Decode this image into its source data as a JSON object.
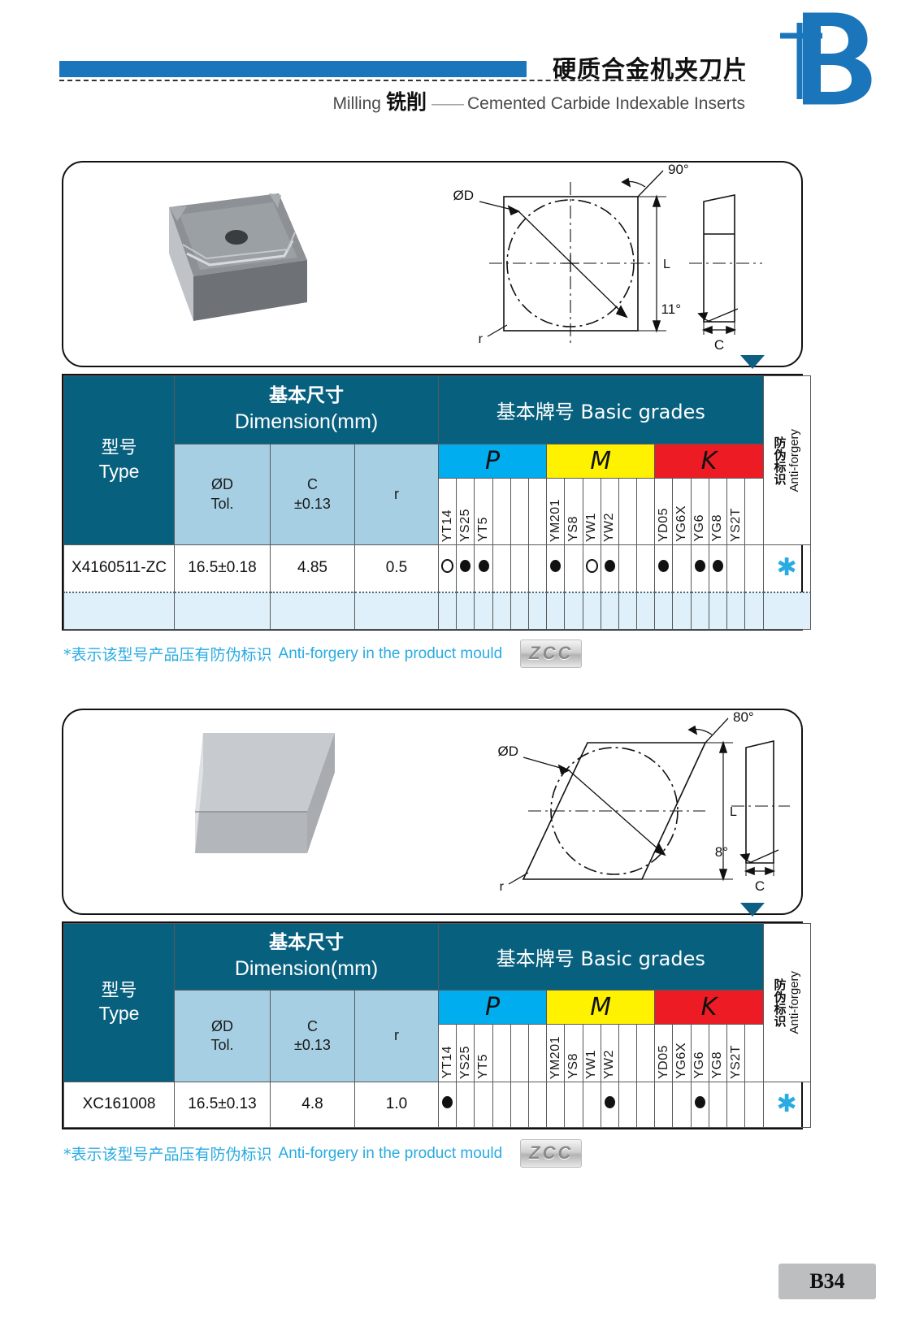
{
  "header": {
    "cn_title": "硬质合金机夹刀片",
    "milling_en": "Milling",
    "milling_cn": "铣削",
    "dash": "——",
    "subtitle_en": "Cemented Carbide Indexable Inserts",
    "logo_letter": "B",
    "brand_color": "#1B75BB"
  },
  "table_header": {
    "type_cn": "型号",
    "type_en": "Type",
    "dimension_cn": "基本尺寸",
    "dimension_en": "Dimension(mm)",
    "grades_cn": "基本牌号",
    "grades_en": "Basic grades",
    "sub_d_l1": "ØD",
    "sub_d_l2": "Tol.",
    "sub_c_l1": "C",
    "sub_c_l2": "±0.13",
    "sub_r": "r",
    "group_p": "P",
    "group_m": "M",
    "group_k": "K",
    "antiforgery_cn": "防伪标识",
    "antiforgery_en": "Anti-forgery",
    "grade_columns": [
      "YT14",
      "YS25",
      "YT5",
      "",
      "",
      "",
      "YM201",
      "YS8",
      "YW1",
      "YW2",
      "",
      "",
      "YD05",
      "YG6X",
      "YG6",
      "YG8",
      "YS2T",
      ""
    ]
  },
  "section1": {
    "diagram": {
      "angle_main": "90°",
      "angle_side": "11°",
      "label_d": "ØD",
      "label_r": "r",
      "label_c": "C",
      "label_l": "L"
    },
    "row": {
      "type": "X4160511-ZC",
      "diameter": "16.5±0.18",
      "c": "4.85",
      "r": "0.5",
      "marks": [
        "open",
        "filled",
        "filled",
        "",
        "",
        "",
        "filled",
        "",
        "open",
        "filled",
        "",
        "",
        "filled",
        "",
        "filled",
        "filled",
        "",
        ""
      ],
      "antiforgery": "✱"
    },
    "footnote_cn": "*表示该型号产品压有防伪标识",
    "footnote_en": "Anti-forgery in the product mould",
    "badge": "ZCC"
  },
  "section2": {
    "diagram": {
      "angle_main": "80°",
      "angle_side": "8°",
      "label_d": "ØD",
      "label_r": "r",
      "label_c": "C",
      "label_l": "L"
    },
    "row": {
      "type": "XC161008",
      "diameter": "16.5±0.13",
      "c": "4.8",
      "r": "1.0",
      "marks": [
        "filled",
        "",
        "",
        "",
        "",
        "",
        "",
        "",
        "",
        "filled",
        "",
        "",
        "",
        "",
        "filled",
        "",
        "",
        ""
      ],
      "antiforgery": "✱"
    },
    "footnote_cn": "*表示该型号产品压有防伪标识",
    "footnote_en": "Anti-forgery in the product mould",
    "badge": "ZCC"
  },
  "page": {
    "number": "B34"
  }
}
